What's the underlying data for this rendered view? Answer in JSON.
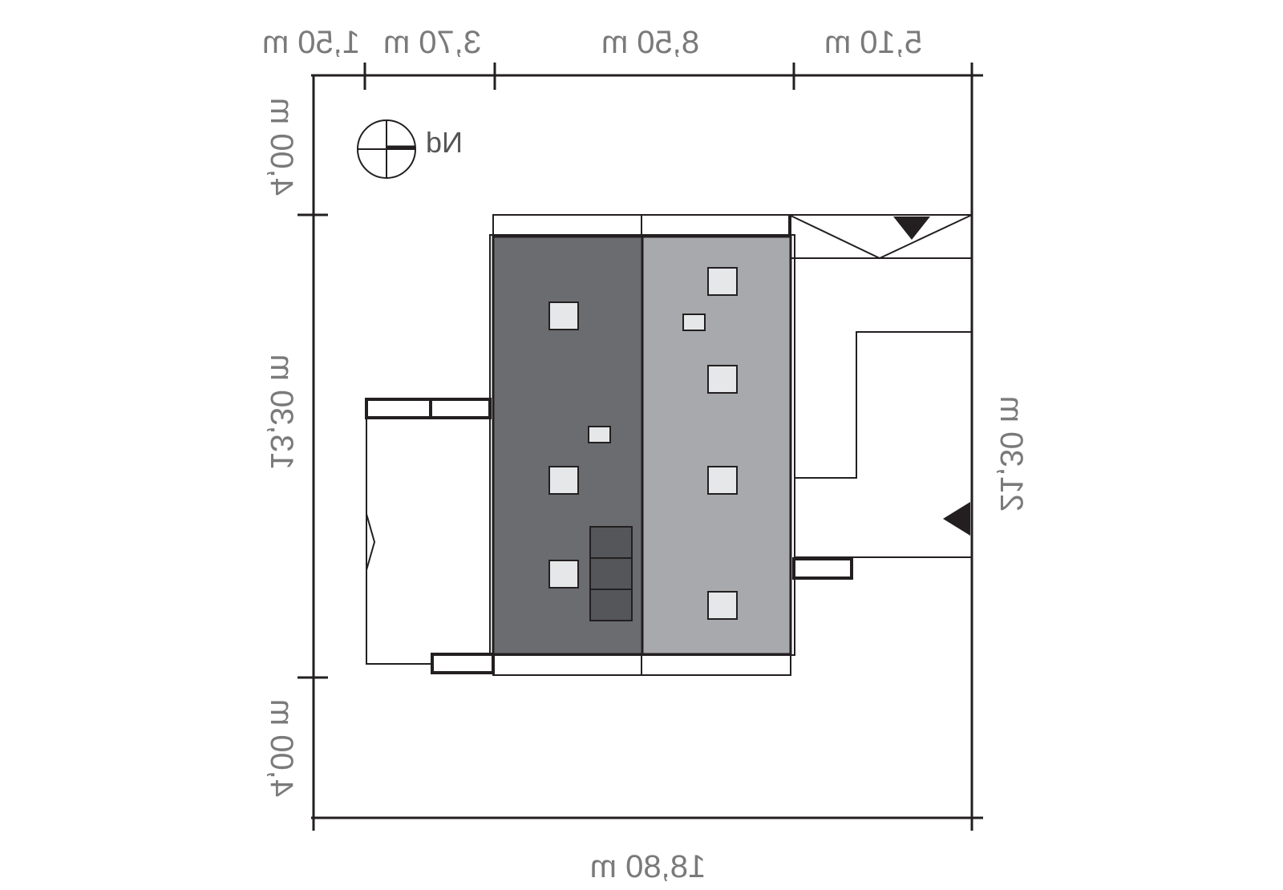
{
  "site_plan": {
    "dimensions_top": [
      "1,50 m",
      "3,70 m",
      "8,50 m",
      "5,10 m"
    ],
    "dimension_bottom": "18,80 m",
    "dimensions_left": [
      "4,00 m",
      "13,30 m",
      "4,00 m"
    ],
    "dimension_right": "21,30 m",
    "north_label": "Nd"
  },
  "colors": {
    "roof_dark": "#6b6c70",
    "roof_light": "#a8a9ac",
    "chimney": "#55565a",
    "skylight": "#e6e7e8",
    "line": "#231f20",
    "dimension_text": "#7a7a7a"
  }
}
